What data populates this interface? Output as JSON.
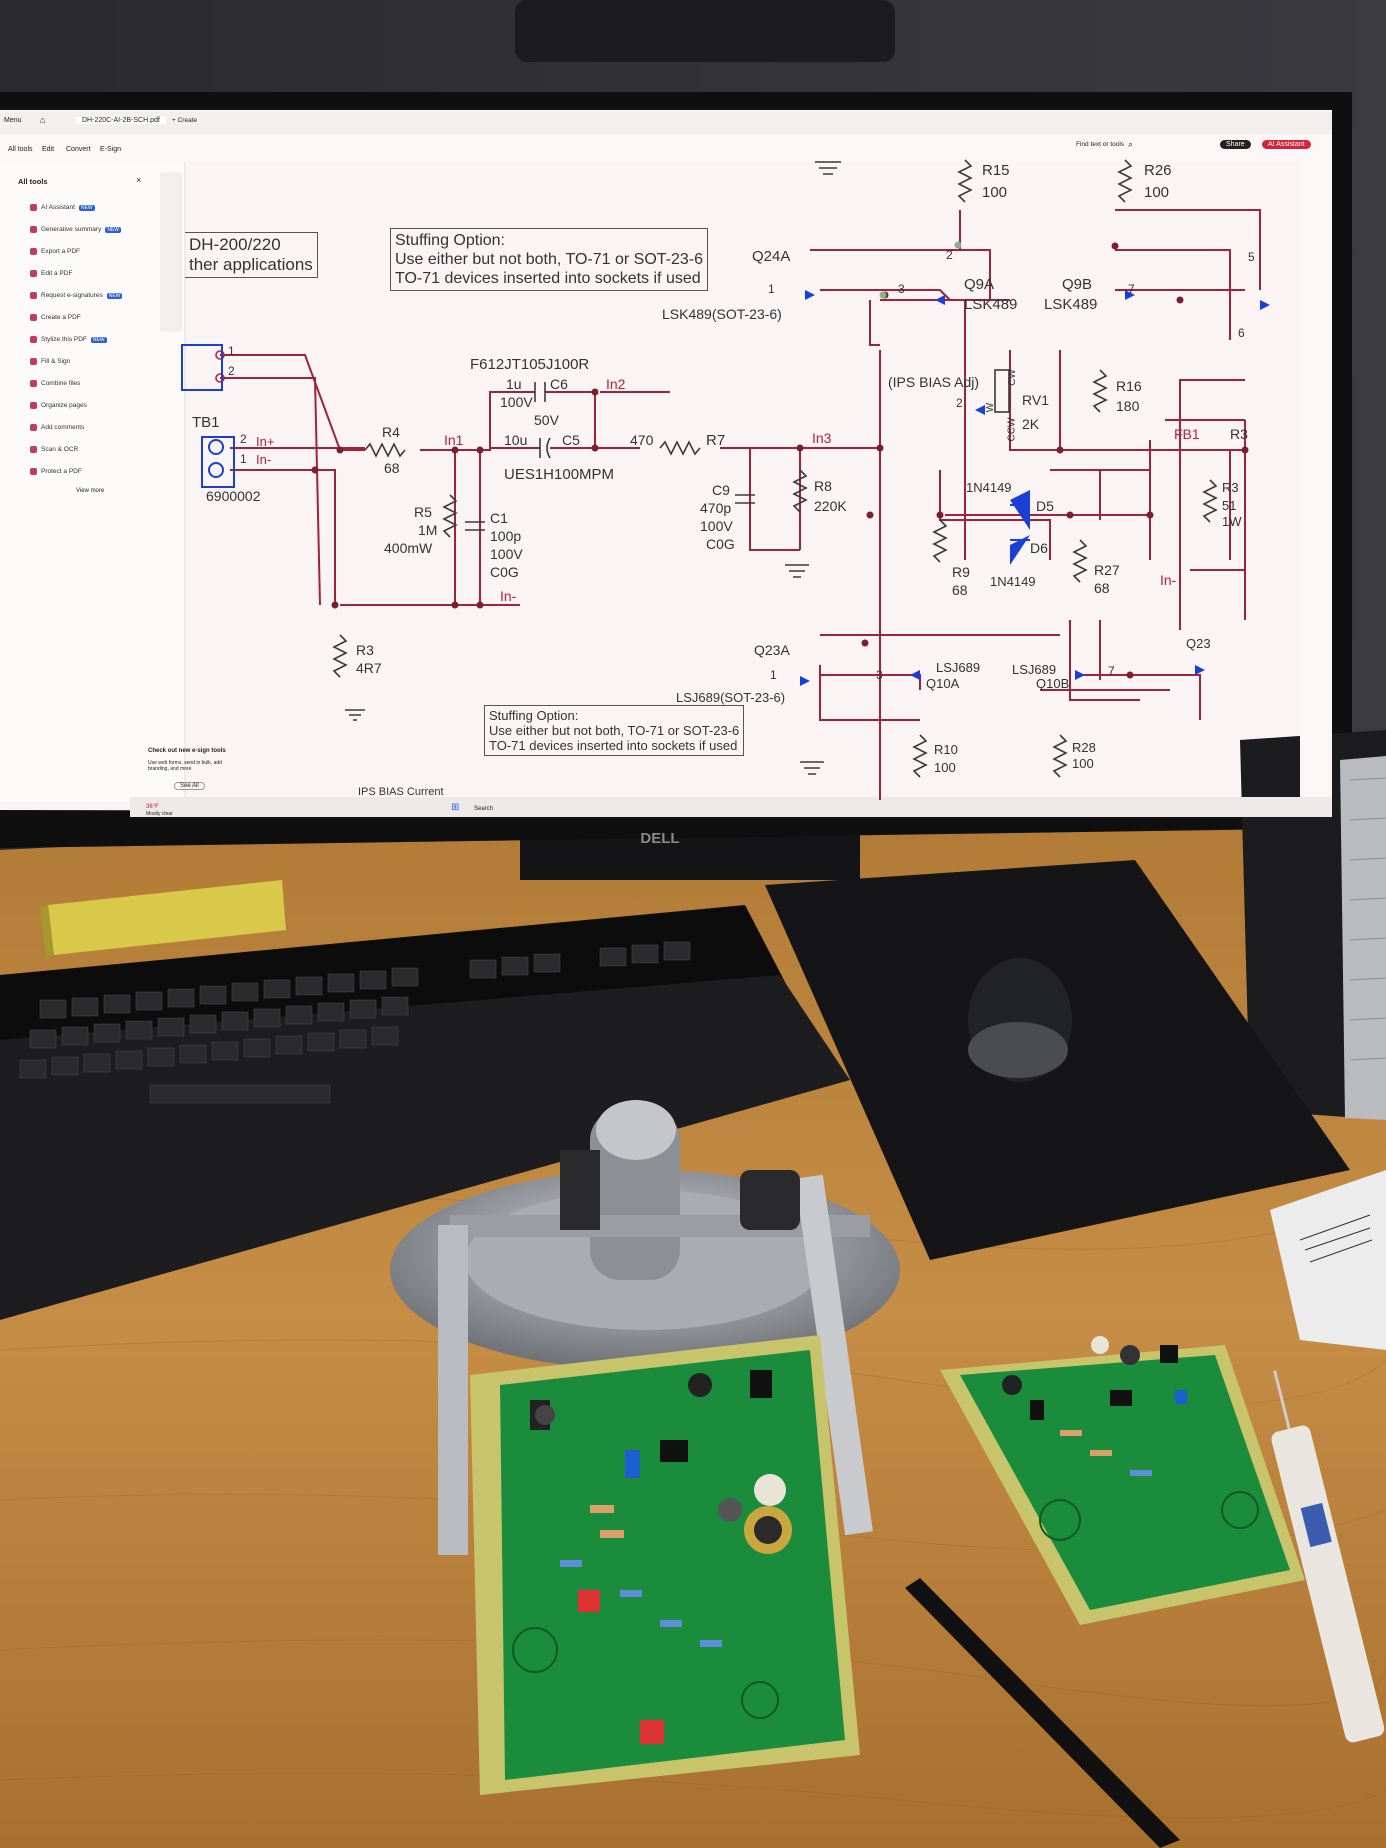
{
  "acrobat": {
    "tab_title": "DH-220C-AI-2B-SCH.pdf",
    "create_label": "+ Create",
    "menu_label": "Menu",
    "top_tabs": [
      "All tools",
      "Edit",
      "Convert",
      "E-Sign"
    ],
    "find_placeholder": "Find text or tools",
    "share_label": "Share",
    "ai_assistant_label": "AI Assistant",
    "sidebar_title": "All tools",
    "sidebar_items": [
      {
        "label": "AI Assistant",
        "badge": "NEW"
      },
      {
        "label": "Generative summary",
        "badge": "NEW"
      },
      {
        "label": "Export a PDF",
        "badge": ""
      },
      {
        "label": "Edit a PDF",
        "badge": ""
      },
      {
        "label": "Request e-signatures",
        "badge": "NEW"
      },
      {
        "label": "Create a PDF",
        "badge": ""
      },
      {
        "label": "Stylize this PDF",
        "badge": "NEW"
      },
      {
        "label": "Fill & Sign",
        "badge": ""
      },
      {
        "label": "Combine files",
        "badge": ""
      },
      {
        "label": "Organize pages",
        "badge": ""
      },
      {
        "label": "Add comments",
        "badge": ""
      },
      {
        "label": "Scan & OCR",
        "badge": ""
      },
      {
        "label": "Protect a PDF",
        "badge": ""
      }
    ],
    "view_more": "View more",
    "promo_title": "Check out new e-sign tools",
    "promo_text": "Use web forms, send in bulk, add branding, and more",
    "promo_button": "See All",
    "taskbar_search": "Search",
    "weather": "36°F",
    "weather_sub": "Mostly clear"
  },
  "schematic": {
    "title_box": [
      "DH-200/220",
      "ther applications"
    ],
    "stuffing_top": [
      "Stuffing Option:",
      "Use either but not both, TO-71 or SOT-23-6",
      "TO-71 devices inserted into sockets if used"
    ],
    "stuffing_bottom": [
      "Stuffing Option:",
      "Use either but not both, TO-71 or SOT-23-6",
      "TO-71 devices inserted into sockets if used"
    ],
    "bottom_cut": "IPS BIAS Current",
    "labels": {
      "r15": "R15",
      "r15v": "100",
      "r26": "R26",
      "r26v": "100",
      "q24a": "Q24A",
      "q9a": "Q9A",
      "q9a_part": "LSK489",
      "q9b": "Q9B",
      "q9b_part": "LSK489",
      "lsk_sot": "LSK489(SOT-23-6)",
      "f612": "F612JT105J100R",
      "c6v": "1u",
      "c6": "C6",
      "c6volt": "100V",
      "in2": "In2",
      "c5v": "10u",
      "c5": "C5",
      "c5volt": "50V",
      "ues": "UES1H100MPM",
      "r7v": "470",
      "r7": "R7",
      "in3": "In3",
      "ips_bias": "(IPS BIAS Adj)",
      "rv1": "RV1",
      "rv1v": "2K",
      "r16": "R16",
      "r16v": "180",
      "fb1": "FB1",
      "r3r": "R3",
      "r3b": "R3",
      "r3b_v": "51",
      "r3b_w": "1W",
      "tb1": "TB1",
      "tb1_part": "6900002",
      "inp": "In+",
      "inm": "In-",
      "r4": "R4",
      "r4v": "68",
      "in1": "In1",
      "r5": "R5",
      "r5v": "1M",
      "r5w": "400mW",
      "c1": "C1",
      "c1v": "100p",
      "c1volt": "100V",
      "c1d": "C0G",
      "c9": "C9",
      "c9v": "470p",
      "c9volt": "100V",
      "c9d": "C0G",
      "r8": "R8",
      "r8v": "220K",
      "d5part": "1N4149",
      "d5": "D5",
      "d6": "D6",
      "d6part": "1N4149",
      "r9": "R9",
      "r9v": "68",
      "r27": "R27",
      "r27v": "68",
      "inm2": "In-",
      "inm3": "In-",
      "r3": "R3",
      "r3v": "4R7",
      "q23a": "Q23A",
      "q10a_part": "LSJ689",
      "q10a": "Q10A",
      "q10b_part": "LSJ689",
      "q10b": "Q10B",
      "q23": "Q23",
      "lsj_sot": "LSJ689(SOT-23-6)",
      "r10": "R10",
      "r10v": "100",
      "r28": "R28",
      "r28v": "100",
      "pin1": "1",
      "pin2": "2",
      "pin3": "3",
      "pin5": "5",
      "pin6": "6",
      "pin7": "7",
      "cw": "CW",
      "ccw": "CCW",
      "w": "W"
    }
  },
  "monitor_brand": "DELL",
  "colors": {
    "wire": "#a0233c",
    "component": "#3a3a3a",
    "accent_blue": "#1b3fd6",
    "pcb_green": "#1a8c3c",
    "desk": "#c0893f"
  }
}
